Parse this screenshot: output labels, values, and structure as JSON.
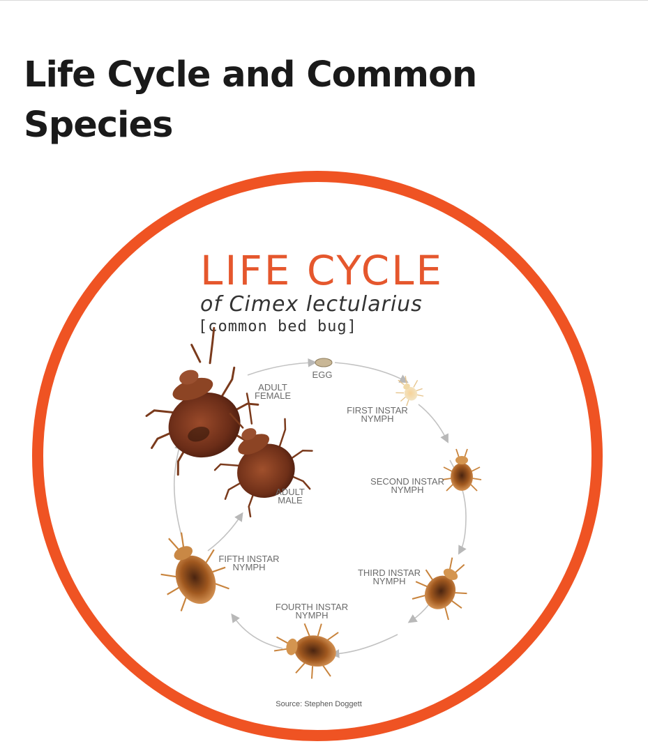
{
  "page": {
    "heading": "Life Cycle and Common Species"
  },
  "diagram": {
    "title": "LIFE CYCLE",
    "subtitle": "of Cimex lectularius",
    "subtitle2": "[common bed bug]",
    "source": "Source: Stephen Doggett",
    "stages": [
      {
        "id": "egg",
        "lines": [
          "EGG"
        ]
      },
      {
        "id": "first",
        "lines": [
          "FIRST INSTAR",
          "NYMPH"
        ]
      },
      {
        "id": "second",
        "lines": [
          "SECOND INSTAR",
          "NYMPH"
        ]
      },
      {
        "id": "third",
        "lines": [
          "THIRD INSTAR",
          "NYMPH"
        ]
      },
      {
        "id": "fourth",
        "lines": [
          "FOURTH INSTAR",
          "NYMPH"
        ]
      },
      {
        "id": "fifth",
        "lines": [
          "FIFTH INSTAR",
          "NYMPH"
        ]
      },
      {
        "id": "male",
        "lines": [
          "ADULT",
          "MALE"
        ]
      },
      {
        "id": "female",
        "lines": [
          "ADULT",
          "FEMALE"
        ]
      }
    ],
    "colors": {
      "ring": "#ef5323",
      "title": "#e5572d",
      "cycle_line": "#bfbfbf"
    }
  }
}
